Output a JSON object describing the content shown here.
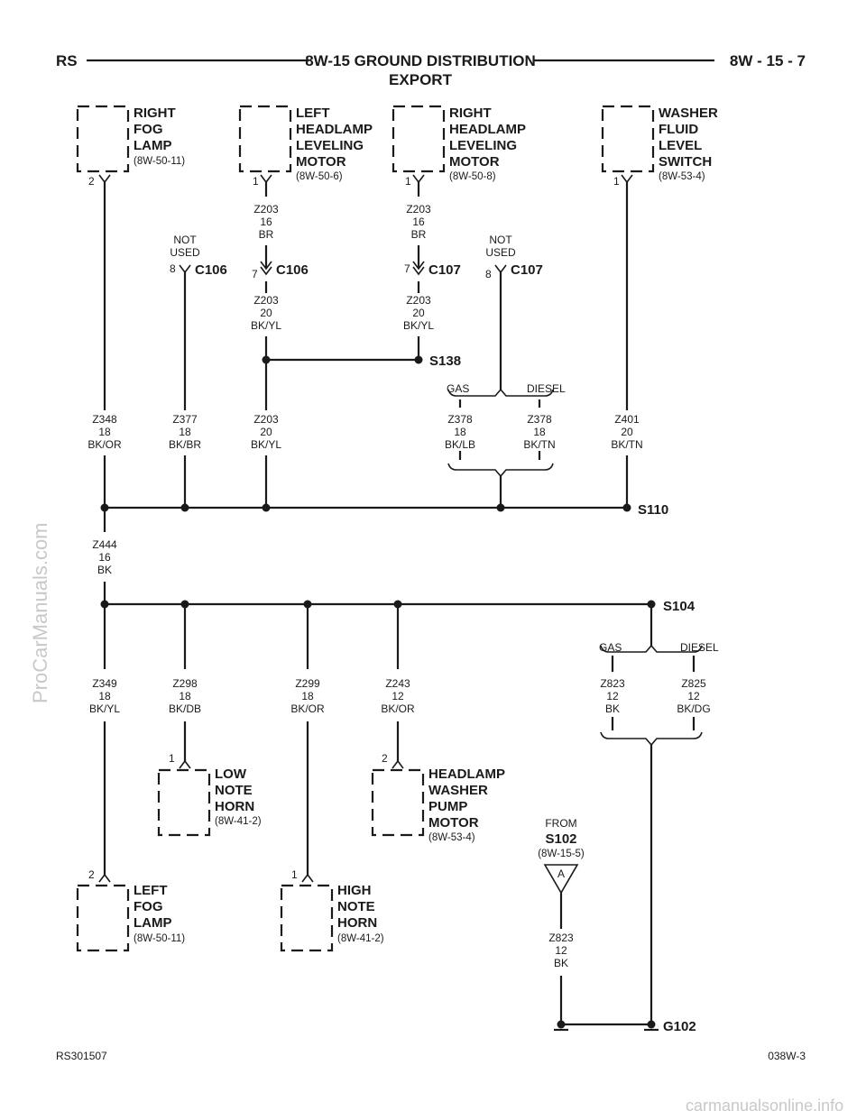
{
  "header": {
    "left": "RS",
    "title_line1": "8W-15 GROUND DISTRIBUTION",
    "title_line2": "EXPORT",
    "right": "8W - 15 - 7"
  },
  "components": {
    "right_fog_lamp": {
      "l1": "RIGHT",
      "l2": "FOG",
      "l3": "LAMP",
      "ref": "(8W-50-11)",
      "pin": "2"
    },
    "left_headlamp_leveling": {
      "l1": "LEFT",
      "l2": "HEADLAMP",
      "l3": "LEVELING",
      "l4": "MOTOR",
      "ref": "(8W-50-6)",
      "pin": "1"
    },
    "right_headlamp_leveling": {
      "l1": "RIGHT",
      "l2": "HEADLAMP",
      "l3": "LEVELING",
      "l4": "MOTOR",
      "ref": "(8W-50-8)",
      "pin": "1"
    },
    "washer_fluid_switch": {
      "l1": "WASHER",
      "l2": "FLUID",
      "l3": "LEVEL",
      "l4": "SWITCH",
      "ref": "(8W-53-4)",
      "pin": "1"
    },
    "low_note_horn": {
      "l1": "LOW",
      "l2": "NOTE",
      "l3": "HORN",
      "ref": "(8W-41-2)",
      "pin": "1"
    },
    "headlamp_washer_pump": {
      "l1": "HEADLAMP",
      "l2": "WASHER",
      "l3": "PUMP",
      "l4": "MOTOR",
      "ref": "(8W-53-4)",
      "pin": "2"
    },
    "left_fog_lamp": {
      "l1": "LEFT",
      "l2": "FOG",
      "l3": "LAMP",
      "ref": "(8W-50-11)",
      "pin": "2"
    },
    "high_note_horn": {
      "l1": "HIGH",
      "l2": "NOTE",
      "l3": "HORN",
      "ref": "(8W-41-2)",
      "pin": "1"
    }
  },
  "connectors": {
    "c106_a": {
      "name": "C106",
      "pin": "8",
      "note1": "NOT",
      "note2": "USED"
    },
    "c106_b": {
      "name": "C106",
      "pin": "7"
    },
    "c107_a": {
      "name": "C107",
      "pin": "7"
    },
    "c107_b": {
      "name": "C107",
      "pin": "8",
      "note1": "NOT",
      "note2": "USED"
    }
  },
  "splices": {
    "s138": "S138",
    "s110": "S110",
    "s104": "S104",
    "g102": "G102"
  },
  "wires": {
    "z203_left_top": {
      "id": "Z203",
      "gauge": "16",
      "color": "BR"
    },
    "z203_right_top": {
      "id": "Z203",
      "gauge": "16",
      "color": "BR"
    },
    "z203_left_mid": {
      "id": "Z203",
      "gauge": "20",
      "color": "BK/YL"
    },
    "z203_right_mid": {
      "id": "Z203",
      "gauge": "20",
      "color": "BK/YL"
    },
    "z348": {
      "id": "Z348",
      "gauge": "18",
      "color": "BK/OR"
    },
    "z377": {
      "id": "Z377",
      "gauge": "18",
      "color": "BK/BR"
    },
    "z203_low": {
      "id": "Z203",
      "gauge": "20",
      "color": "BK/YL"
    },
    "z378_gas": {
      "id": "Z378",
      "gauge": "18",
      "color": "BK/LB"
    },
    "z378_diesel": {
      "id": "Z378",
      "gauge": "18",
      "color": "BK/TN"
    },
    "z401": {
      "id": "Z401",
      "gauge": "20",
      "color": "BK/TN"
    },
    "z444": {
      "id": "Z444",
      "gauge": "16",
      "color": "BK"
    },
    "z349": {
      "id": "Z349",
      "gauge": "18",
      "color": "BK/YL"
    },
    "z298": {
      "id": "Z298",
      "gauge": "18",
      "color": "BK/DB"
    },
    "z299": {
      "id": "Z299",
      "gauge": "18",
      "color": "BK/OR"
    },
    "z243": {
      "id": "Z243",
      "gauge": "12",
      "color": "BK/OR"
    },
    "z823_gas": {
      "id": "Z823",
      "gauge": "12",
      "color": "BK"
    },
    "z825_diesel": {
      "id": "Z825",
      "gauge": "12",
      "color": "BK/DG"
    },
    "z823_from": {
      "id": "Z823",
      "gauge": "12",
      "color": "BK"
    }
  },
  "options": {
    "gas1": "GAS",
    "diesel1": "DIESEL",
    "gas2": "GAS",
    "diesel2": "DIESEL"
  },
  "from_ref": {
    "label": "FROM",
    "splice": "S102",
    "ref": "(8W-15-5)",
    "pin": "A"
  },
  "footer": {
    "left": "RS301507",
    "right": "038W-3"
  },
  "watermarks": {
    "side": "ProCarManuals.com",
    "bottom": "carmanualsonline.info"
  }
}
